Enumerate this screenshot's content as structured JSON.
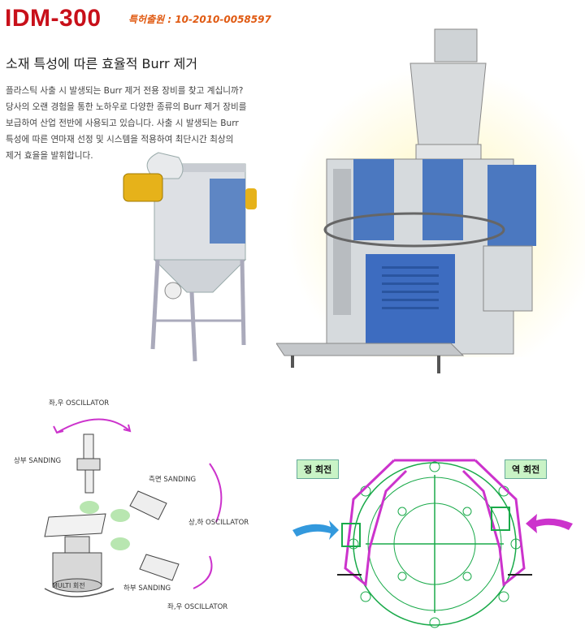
{
  "header": {
    "model": "IDM-300",
    "patent": "특허출원 : 10-2010-0058597"
  },
  "headline": "소재 특성에 따른 효율적 Burr 제거",
  "description": [
    "플라스틱 사출 시 발생되는 Burr 제거 전용 장비를 찾고 계십니까?",
    "당사의 오랜 경험을 통한 노하우로 다양한 종류의 Burr 제거 장비를",
    "보급하여 산업 전반에 사용되고 있습니다. 사출 시 발생되는 Burr",
    "특성에 따른 연마재 선정 및 시스템을  적용하여 최단시간 최상의",
    "제거 효율을 발휘합니다."
  ],
  "diagram_left": {
    "top_osc": "좌,우 OSCILLATOR",
    "upper": "상부 SANDING",
    "side": "측면 SANDING",
    "mid_osc": "상,하 OSCILLATOR",
    "lower": "하부 SANDING",
    "bottom_osc": "좌,우 OSCILLATOR",
    "rotation": "MULTI 회전"
  },
  "diagram_right": {
    "forward": "정 회전",
    "reverse": "역 회전"
  },
  "colors": {
    "brand_red": "#c8101a",
    "patent_orange": "#e05a12",
    "magenta": "#cc33cc",
    "green": "#1aaa4a",
    "cyan": "#3399dd"
  }
}
